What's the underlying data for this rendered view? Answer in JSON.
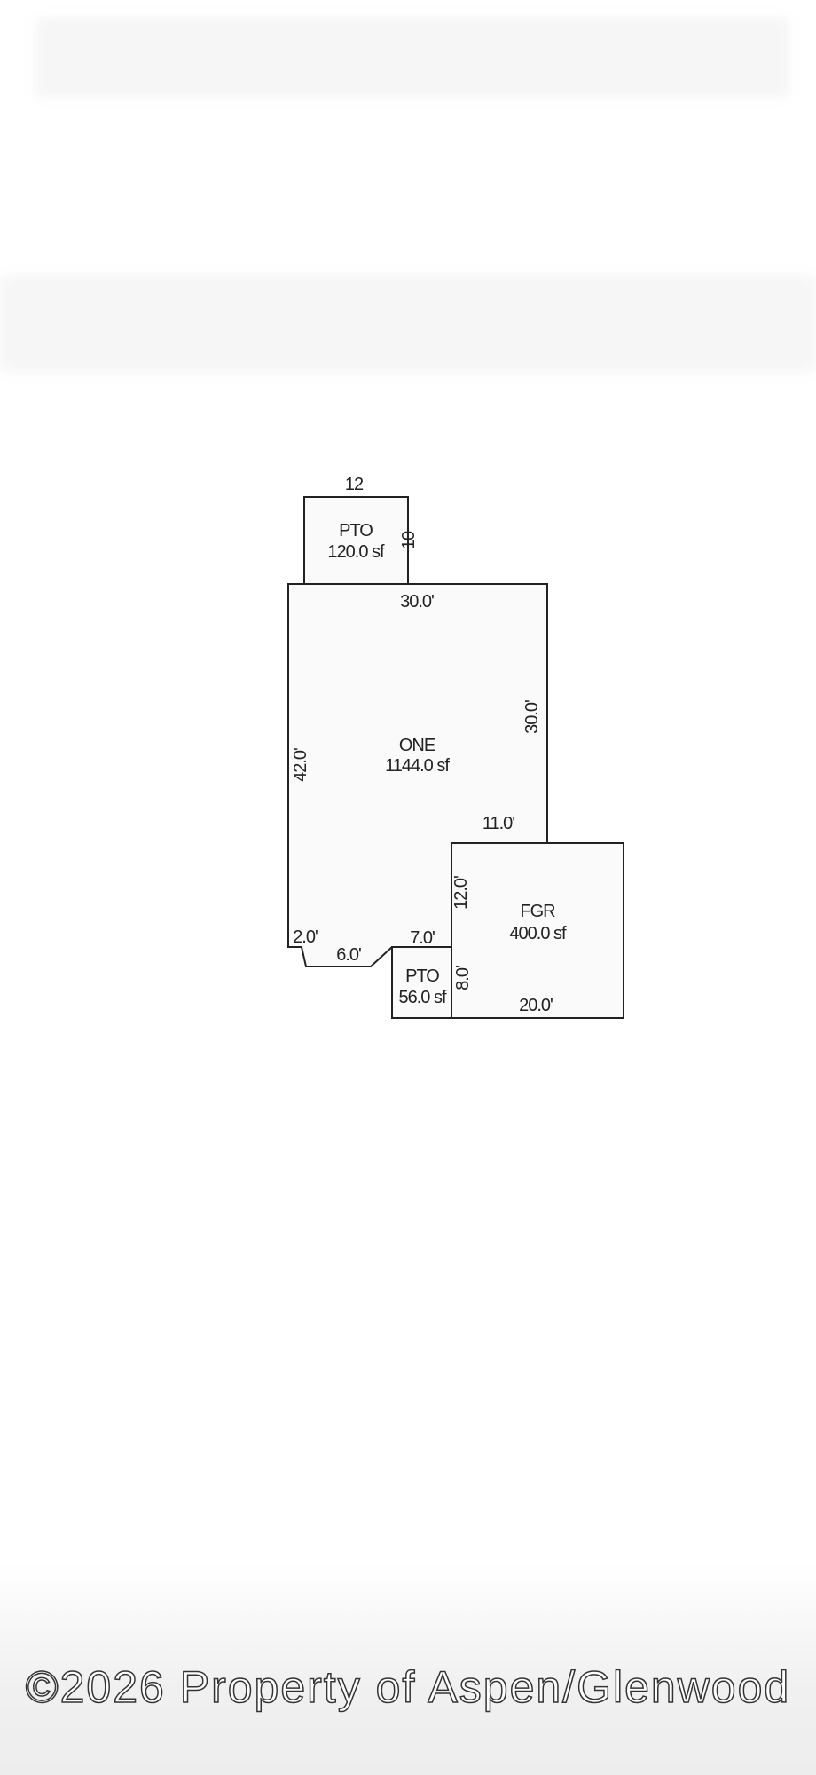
{
  "areas": [
    {
      "code": "PTO",
      "area": "120.0 sf"
    },
    {
      "code": "ONE",
      "area": "1144.0 sf"
    },
    {
      "code": "FGR",
      "area": "400.0 sf"
    },
    {
      "code": "PTO",
      "area": "56.0 sf"
    }
  ],
  "dimensions": {
    "pto_top_width": "12",
    "pto_top_depth": "10",
    "one_top": "30.0'",
    "one_right": "30.0'",
    "one_left": "42.0'",
    "one_step": "11.0'",
    "one_bottom_left_bevel": "2.0'",
    "one_bottom_mid": "6.0'",
    "one_bottom_right": "7.0'",
    "fgr_left": "12.0'",
    "pto_small_right": "8.0'",
    "fgr_bottom": "20.0'"
  },
  "watermark": "©2026 Property of Aspen/Glenwood"
}
